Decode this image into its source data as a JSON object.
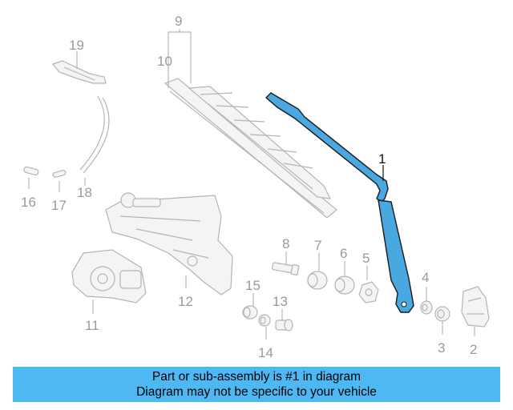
{
  "diagram": {
    "highlight_color": "#4aa8e0",
    "callouts": {
      "c1": "1",
      "c2": "2",
      "c3": "3",
      "c4": "4",
      "c5": "5",
      "c6": "6",
      "c7": "7",
      "c8": "8",
      "c9": "9",
      "c10": "10",
      "c11": "11",
      "c12": "12",
      "c13": "13",
      "c14": "14",
      "c15": "15",
      "c16": "16",
      "c17": "17",
      "c18": "18",
      "c19": "19"
    }
  },
  "banner": {
    "color": "#4db8f2",
    "line1": "Part or sub-assembly is #1 in diagram",
    "line2": "Diagram may not be specific to your vehicle"
  }
}
